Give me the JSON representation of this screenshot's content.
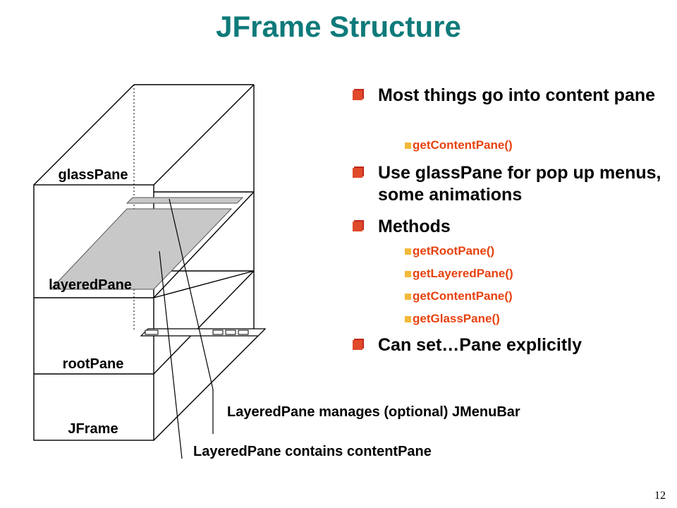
{
  "title": "JFrame Structure",
  "diagram": {
    "labels": {
      "glass": "glassPane",
      "layered": "layeredPane",
      "root": "rootPane",
      "frame": "JFrame"
    },
    "callouts": {
      "menubar": "LayeredPane manages (optional) JMenuBar",
      "content": "LayeredPane contains contentPane"
    }
  },
  "bullets": [
    {
      "text": "Most things go into content pane",
      "subs": [
        "getContentPane()"
      ]
    },
    {
      "text": "Use glassPane for pop up menus, some animations",
      "subs": []
    },
    {
      "text": "Methods",
      "subs": [
        "getRootPane()",
        "getLayeredPane()",
        "getContentPane()",
        "getGlassPane()"
      ]
    },
    {
      "text": "Can set…Pane explicitly",
      "subs": []
    }
  ],
  "page_number": "12",
  "colors": {
    "title": "#0f7a7a",
    "bullet_red": "#c0281b",
    "sub_text": "#e8420f",
    "sub_marker": "#f3b93a",
    "pane_fill": "#c8c8c8"
  }
}
